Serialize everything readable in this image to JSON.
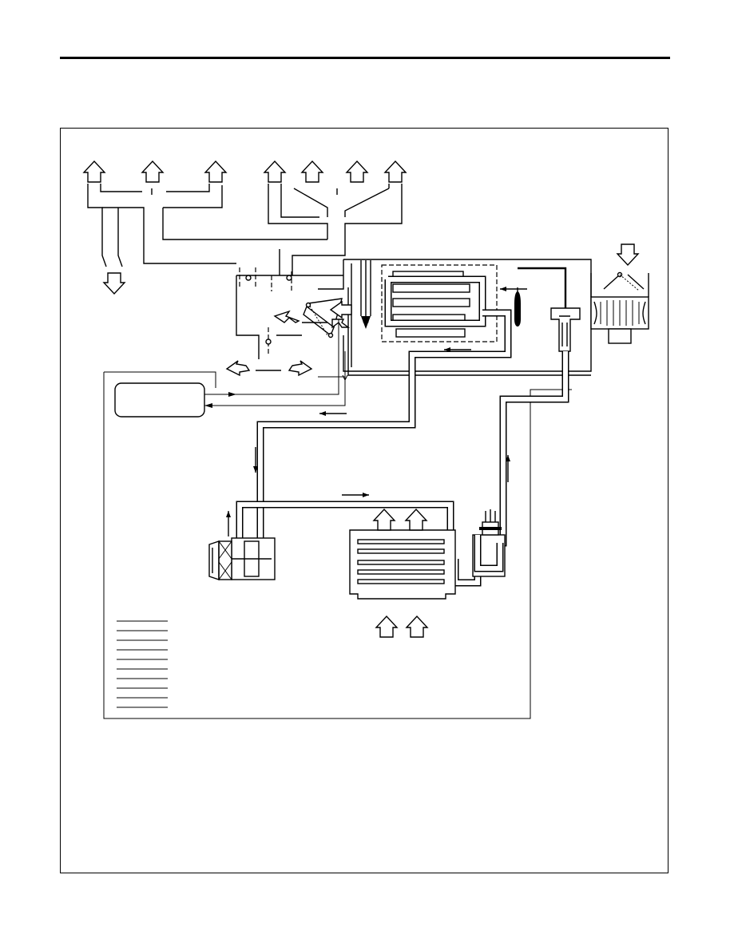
{
  "document": {
    "header_rule": true,
    "figure_frame": true
  },
  "diagram": {
    "type": "air-conditioning system schematic",
    "components": [
      "air-outlet-ducts",
      "mode-doors",
      "air-mix-door",
      "heater-core",
      "evaporator",
      "expansion-valve",
      "blower-fan",
      "compressor",
      "condenser",
      "receiver-drier",
      "refrigerant-lines"
    ],
    "labels": []
  }
}
